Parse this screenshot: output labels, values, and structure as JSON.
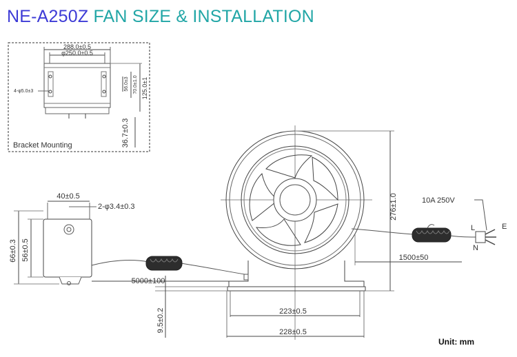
{
  "title": {
    "model": "NE-A250Z",
    "section": "FAN SIZE & INSTALLATION"
  },
  "bracket_inset": {
    "label": "Bracket Mounting",
    "dims": {
      "w288": "288.0±0.5",
      "d250": "φ250.0±0.5",
      "holes": "4-φ5.0±3",
      "h56": "56.0±3",
      "h70": "70.0±1.0",
      "h125": "125.0±1",
      "h367": "36.7±0.3"
    }
  },
  "controller": {
    "dims": {
      "w40": "40±0.5",
      "holes": "2-φ3.4±0.3",
      "h66": "66±0.3",
      "h56": "56±0.5",
      "cable": "5000±100"
    }
  },
  "fan": {
    "dims": {
      "h276": "276±1.0",
      "cable": "1500±50",
      "w223": "223±0.5",
      "w228": "228±0.5",
      "h95": "9.5±0.2"
    }
  },
  "plug": {
    "rating": "10A   250V",
    "pins": {
      "live": "L",
      "earth": "E",
      "neutral": "N"
    }
  },
  "unit_label": "Unit: mm",
  "colors": {
    "model": "#3d3bd6",
    "section": "#21a6a6",
    "line": "#444444"
  }
}
